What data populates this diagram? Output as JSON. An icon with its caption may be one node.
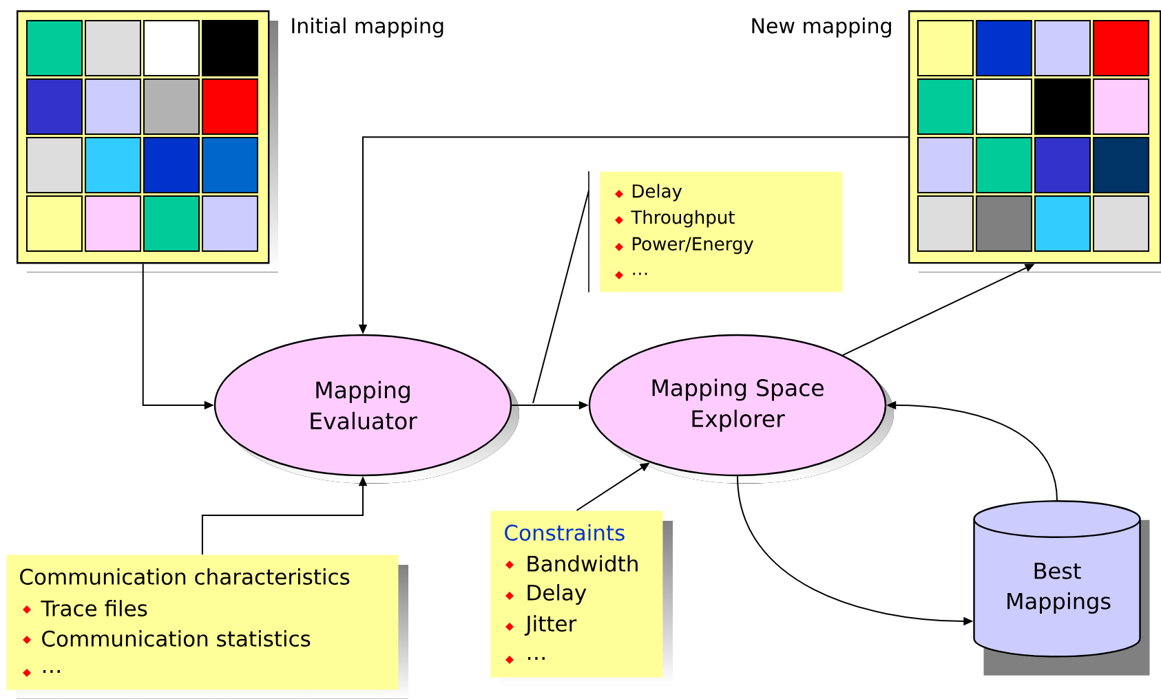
{
  "diagram": {
    "nodes": [
      {
        "text": [
          "Initial mapping"
        ]
      },
      {
        "text": [
          "New mapping"
        ]
      },
      {
        "text": [
          "Mapping Evaluator"
        ]
      },
      {
        "text": [
          "Delay",
          "Throughput",
          "Power/Energy",
          "…"
        ]
      },
      {
        "text": [
          "Mapping Space Explorer"
        ]
      },
      {
        "text": [
          "Communication characteristics",
          "Trace files",
          "Communication statistics",
          "…"
        ]
      },
      {
        "text": [
          "Constraints",
          "Bandwidth",
          "Delay",
          "Jitter",
          "…"
        ]
      },
      {
        "text": [
          "Best Mappings"
        ]
      }
    ],
    "edges": [
      {
        "from": 0,
        "to": 2,
        "arrow": "to"
      },
      {
        "from": 1,
        "to": 2,
        "arrow": "to"
      },
      {
        "from": 2,
        "to": 4,
        "arrow": "to"
      },
      {
        "from": 4,
        "to": 1,
        "arrow": "to"
      },
      {
        "from": 5,
        "to": 2,
        "arrow": "to"
      },
      {
        "from": 6,
        "to": 4,
        "arrow": "to"
      },
      {
        "from": 4,
        "to": 7,
        "arrow": "to"
      },
      {
        "from": 7,
        "to": 4,
        "arrow": "to"
      },
      {
        "from": 3,
        "to": null,
        "arrow": "none"
      }
    ]
  }
}
